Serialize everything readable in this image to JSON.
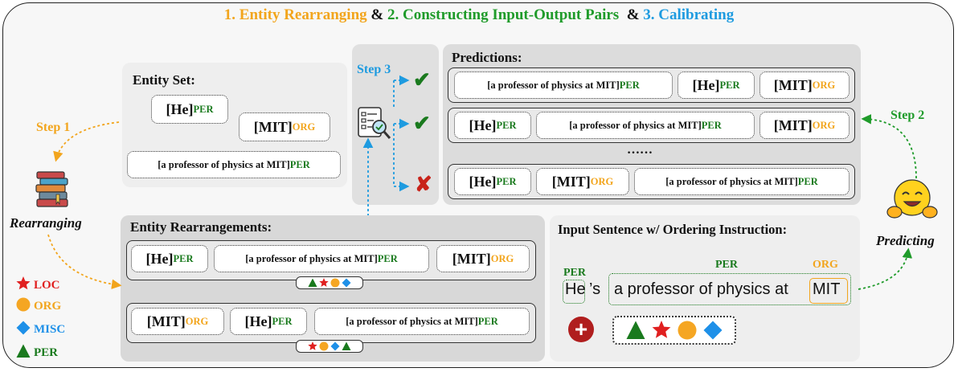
{
  "title": {
    "part1": "1. Entity Rearranging",
    "amp1": "&",
    "part2": "2. Constructing Input-Output Pairs",
    "amp2": "&",
    "part3": "3. Calibrating"
  },
  "entity_set": {
    "title": "Entity Set:",
    "chips": [
      {
        "text": "[He]",
        "label": "PER"
      },
      {
        "text": "[MIT]",
        "label": "ORG"
      },
      {
        "text": "[a professor of physics at MIT]",
        "label": "PER"
      }
    ]
  },
  "steps": {
    "step1": "Step 1",
    "step2": "Step 2",
    "step3": "Step 3"
  },
  "rearranging_label": "Rearranging",
  "predicting_label": "Predicting",
  "legend": [
    {
      "label": "LOC",
      "shape": "star",
      "color": "#e02020"
    },
    {
      "label": "ORG",
      "shape": "circle",
      "color": "#f5a623"
    },
    {
      "label": "MISC",
      "shape": "diamond",
      "color": "#1e90e8"
    },
    {
      "label": "PER",
      "shape": "triangle",
      "color": "#1a7a1e"
    }
  ],
  "predictions": {
    "title": "Predictions:",
    "ellipsis": "……",
    "rows": [
      {
        "chips": [
          {
            "text": "[a professor of physics at MIT]",
            "label": "PER"
          },
          {
            "text": "[He]",
            "label": "PER"
          },
          {
            "text": "[MIT]",
            "label": "ORG"
          }
        ],
        "result": "correct"
      },
      {
        "chips": [
          {
            "text": "[He]",
            "label": "PER"
          },
          {
            "text": "[a professor of physics at MIT]",
            "label": "PER"
          },
          {
            "text": "[MIT]",
            "label": "ORG"
          }
        ],
        "result": "correct"
      },
      {
        "chips": [
          {
            "text": "[He]",
            "label": "PER"
          },
          {
            "text": "[MIT]",
            "label": "ORG"
          },
          {
            "text": "[a professor of physics at MIT]",
            "label": "PER"
          }
        ],
        "result": "wrong"
      }
    ]
  },
  "rearrangements": {
    "title": "Entity Rearrangements:",
    "rows": [
      {
        "chips": [
          {
            "text": "[He]",
            "label": "PER"
          },
          {
            "text": "[a professor of physics at MIT]",
            "label": "PER"
          },
          {
            "text": "[MIT]",
            "label": "ORG"
          }
        ],
        "order": [
          "triangle",
          "star",
          "circle",
          "diamond"
        ]
      },
      {
        "chips": [
          {
            "text": "[MIT]",
            "label": "ORG"
          },
          {
            "text": "[He]",
            "label": "PER"
          },
          {
            "text": "[a professor of physics at MIT]",
            "label": "PER"
          }
        ],
        "order": [
          "star",
          "circle",
          "diamond",
          "triangle"
        ]
      }
    ]
  },
  "input_sentence": {
    "title": "Input Sentence w/ Ordering Instruction:",
    "label_he": "PER",
    "label_prof": "PER",
    "label_mit": "ORG",
    "word_he": "He",
    "word_s": "’s",
    "word_prof": "a professor of physics at",
    "word_mit": "MIT",
    "plus_symbol": "+",
    "order": [
      "triangle",
      "star",
      "circle",
      "diamond"
    ]
  }
}
